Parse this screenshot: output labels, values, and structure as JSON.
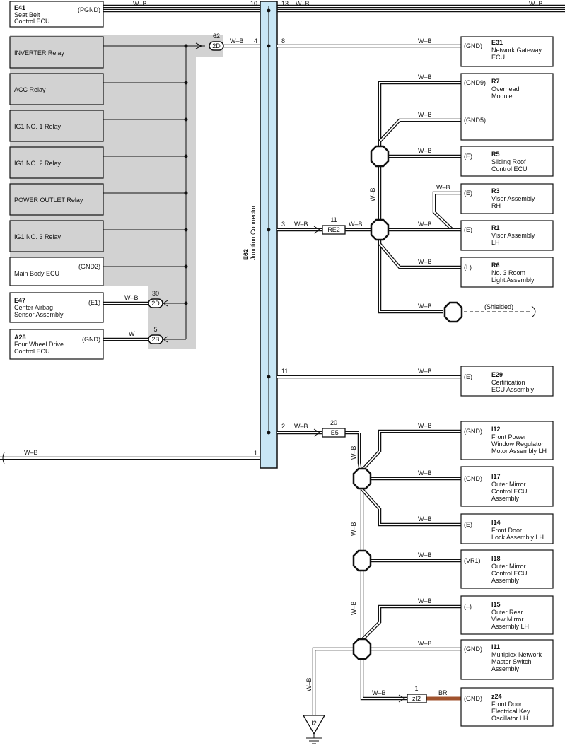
{
  "colors": {
    "junction_bar": "#c8e6f5",
    "shade": "#d2d2d2",
    "brown_wire": "#a0522d",
    "ink": "#111111"
  },
  "junction": {
    "code": "E62",
    "name": "Junction Connector"
  },
  "left_components": [
    {
      "code": "E41",
      "name": [
        "Seat Belt",
        "Control ECU"
      ],
      "pin": "(PGND)"
    },
    {
      "code": "",
      "name": [
        "INVERTER Relay"
      ],
      "pin": ""
    },
    {
      "code": "",
      "name": [
        "ACC Relay"
      ],
      "pin": ""
    },
    {
      "code": "",
      "name": [
        "IG1 NO. 1 Relay"
      ],
      "pin": ""
    },
    {
      "code": "",
      "name": [
        "IG1 NO. 2 Relay"
      ],
      "pin": ""
    },
    {
      "code": "",
      "name": [
        "POWER OUTLET Relay"
      ],
      "pin": ""
    },
    {
      "code": "",
      "name": [
        "IG1 NO. 3 Relay"
      ],
      "pin": ""
    },
    {
      "code": "",
      "name": [
        "Main Body ECU"
      ],
      "pin": "(GND2)"
    },
    {
      "code": "E47",
      "name": [
        "Center Airbag",
        "Sensor Assembly"
      ],
      "pin": "(E1)"
    },
    {
      "code": "A28",
      "name": [
        "Four Wheel Drive",
        "Control ECU"
      ],
      "pin": "(GND)"
    }
  ],
  "right_components": [
    {
      "code": "E31",
      "name": [
        "Network Gateway",
        "ECU"
      ],
      "pin": "(GND)"
    },
    {
      "code": "R7",
      "name": [
        "Overhead",
        "Module"
      ],
      "pin": "(GND9)",
      "pin2": "(GND5)"
    },
    {
      "code": "R5",
      "name": [
        "Sliding Roof",
        "Control ECU"
      ],
      "pin": "(E)"
    },
    {
      "code": "R3",
      "name": [
        "Visor Assembly",
        "RH"
      ],
      "pin": "(E)"
    },
    {
      "code": "R1",
      "name": [
        "Visor Assembly",
        "LH"
      ],
      "pin": "(E)"
    },
    {
      "code": "R6",
      "name": [
        "No. 3 Room",
        "Light Assembly"
      ],
      "pin": "(L)"
    },
    {
      "code": "E29",
      "name": [
        "Certification",
        "ECU Assembly"
      ],
      "pin": "(E)"
    },
    {
      "code": "I12",
      "name": [
        "Front Power",
        "Window Regulator",
        "Motor Assembly LH"
      ],
      "pin": "(GND)"
    },
    {
      "code": "I17",
      "name": [
        "Outer Mirror",
        "Control ECU",
        "Assembly"
      ],
      "pin": "(GND)"
    },
    {
      "code": "I14",
      "name": [
        "Front Door",
        "Lock Assembly LH"
      ],
      "pin": "(E)"
    },
    {
      "code": "I18",
      "name": [
        "Outer Mirror",
        "Control ECU",
        "Assembly"
      ],
      "pin": "(VR1)"
    },
    {
      "code": "I15",
      "name": [
        "Outer Rear",
        "View Mirror",
        "Assembly LH"
      ],
      "pin": "(–)"
    },
    {
      "code": "I11",
      "name": [
        "Multiplex Network",
        "Master Switch",
        "Assembly"
      ],
      "pin": "(GND)"
    },
    {
      "code": "z24",
      "name": [
        "Front Door",
        "Electrical Key",
        "Oscillator LH"
      ],
      "pin": "(GND)"
    }
  ],
  "connectors": [
    {
      "name": "2D",
      "pin": "62"
    },
    {
      "name": "2D",
      "pin": "30"
    },
    {
      "name": "2B",
      "pin": "5"
    },
    {
      "name": "RE2",
      "pin": "11"
    },
    {
      "name": "IE5",
      "pin": "20"
    },
    {
      "name": "zI2",
      "pin": "1"
    }
  ],
  "junction_pins": [
    "10",
    "13",
    "4",
    "8",
    "3",
    "11",
    "2",
    "1"
  ],
  "wire_color_wb": "W–B",
  "wire_color_w": "W",
  "wire_color_br": "BR",
  "shielded_label": "(Shielded)",
  "ground": "I2"
}
